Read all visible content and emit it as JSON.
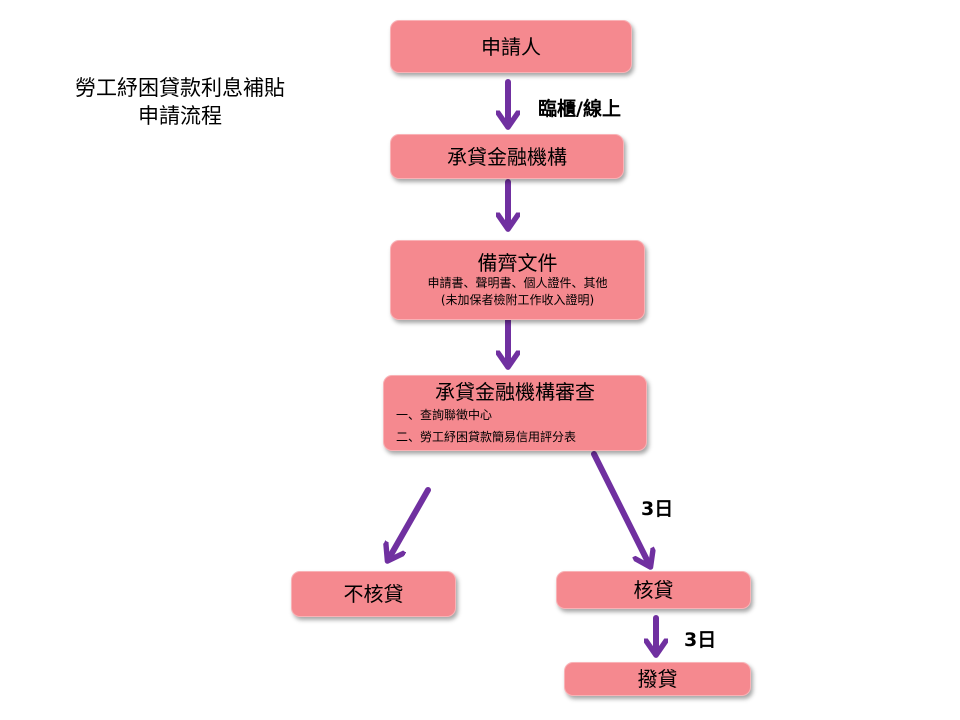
{
  "title": {
    "line1": "勞工紓困貸款利息補貼",
    "line2": "申請流程"
  },
  "nodes": {
    "applicant": "申請人",
    "lender": "承貸金融機構",
    "documents": {
      "label": "備齊文件",
      "sub1": "申請書、聲明書、個人證件、其他",
      "sub2": "(未加保者檢附工作收入證明)"
    },
    "review": {
      "label": "承貸金融機構審查",
      "item1": "一、查詢聯徵中心",
      "item2": "二、勞工紓困貸款簡易信用評分表"
    },
    "rejected": "不核貸",
    "approved": "核貸",
    "disbursed": "撥貸"
  },
  "edge_labels": {
    "channel": "臨櫃/線上",
    "approve_days": "3日",
    "disburse_days": "3日"
  },
  "colors": {
    "box_fill": "#f5898f",
    "arrow": "#7030a0"
  }
}
